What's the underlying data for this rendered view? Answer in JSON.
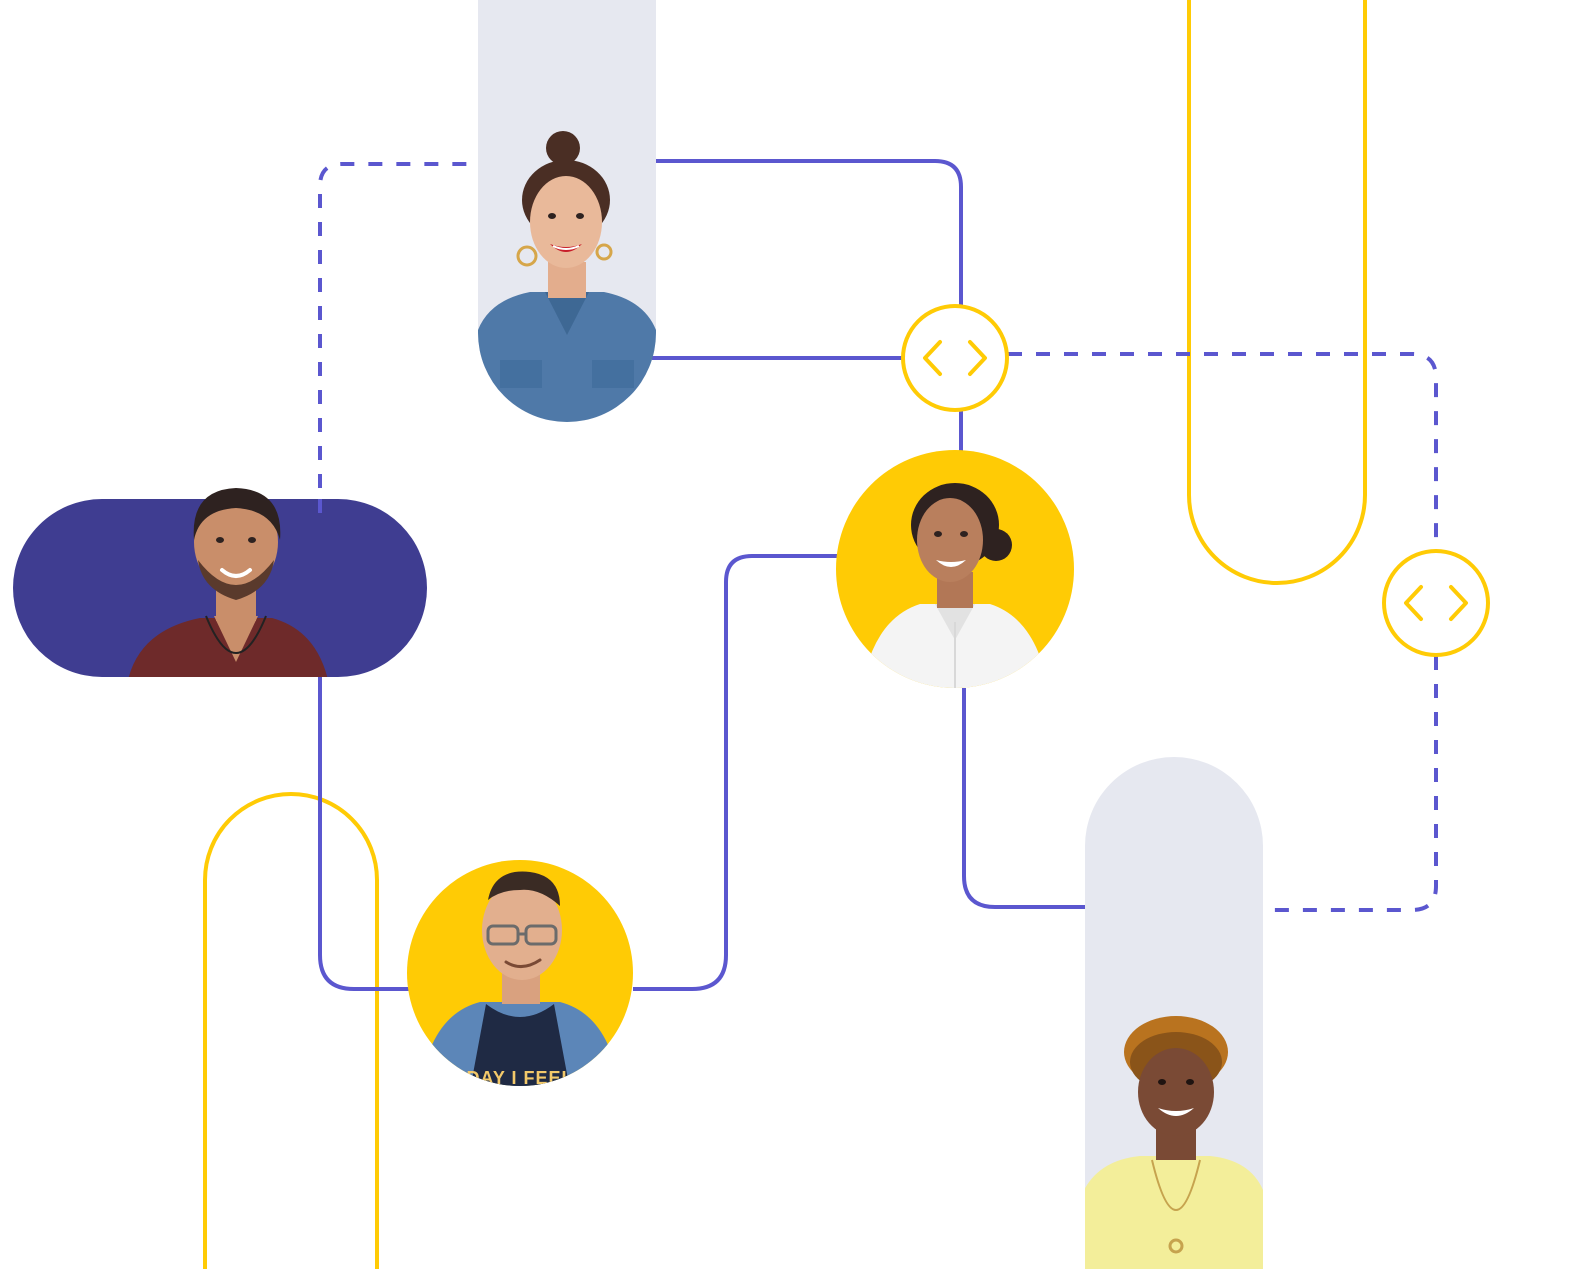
{
  "colors": {
    "background": "#ffffff",
    "purple_line": "#5B57CF",
    "navy_pill": "#3F3D91",
    "yellow": "#FFCB05",
    "light_gray_panel": "#E6E8F0",
    "skin_light": "#E9B99A",
    "skin_medium": "#C98E6A",
    "skin_dark": "#7A4A35",
    "hair_dark": "#2E2220",
    "hair_auburn": "#B9731F",
    "denim": "#4F79A8",
    "maroon_shirt": "#6E2A2A",
    "white_shirt": "#F4F4F4",
    "pale_yellow_shirt": "#F3EE9A",
    "navy_tshirt": "#1F2A44"
  },
  "icons": {
    "code_node_1": "code-brackets-icon",
    "code_node_2": "code-brackets-icon"
  },
  "people": [
    {
      "id": "woman-hair-bun",
      "frame": "tall-gray-panel"
    },
    {
      "id": "man-maroon-shirt",
      "frame": "navy-pill"
    },
    {
      "id": "woman-white-shirt",
      "frame": "yellow-circle"
    },
    {
      "id": "man-glasses-denim",
      "frame": "yellow-circle"
    },
    {
      "id": "person-yellow-sweater",
      "frame": "tall-gray-panel"
    }
  ],
  "shirt_text": "DAY I FEEL"
}
